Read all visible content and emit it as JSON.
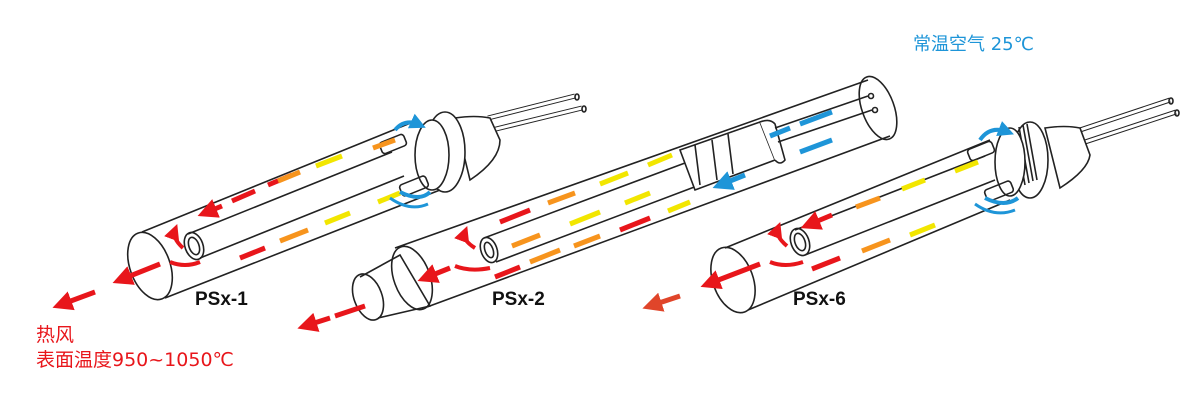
{
  "labels": {
    "ambient_air": "常温空气 25℃",
    "hot_air": "热风",
    "surface_temp": "表面温度950~1050℃",
    "models": [
      "PSx-1",
      "PSx-2",
      "PSx-6"
    ]
  },
  "colors": {
    "cold_air": "#1e95d8",
    "hot_air": "#e8161b",
    "warm_orange": "#f7941d",
    "warm_yellow": "#f2e600",
    "outline": "#222222",
    "ambient_text": "#1e95d8",
    "hot_text": "#e8161b"
  }
}
